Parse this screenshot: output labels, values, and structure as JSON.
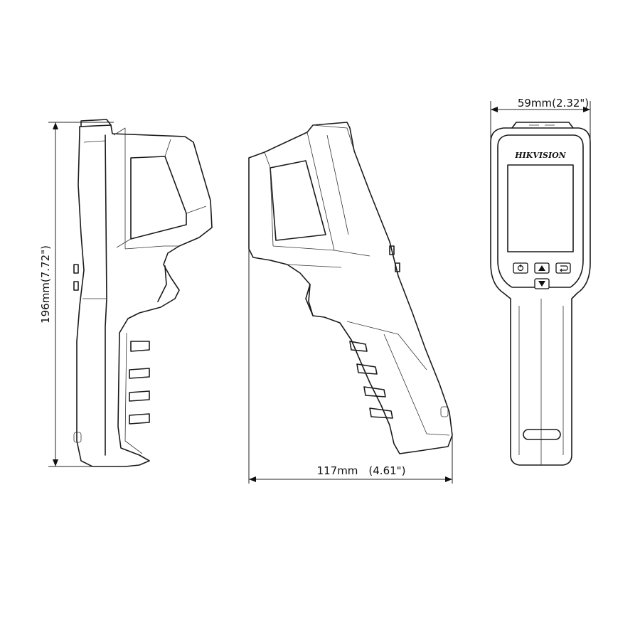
{
  "dimensions": {
    "height_label": "196mm(7.72\")",
    "width_label": "59mm(2.32\")",
    "length_label": "117mm　(4.61\")"
  },
  "front_view": {
    "brand": "HIKVISION"
  }
}
